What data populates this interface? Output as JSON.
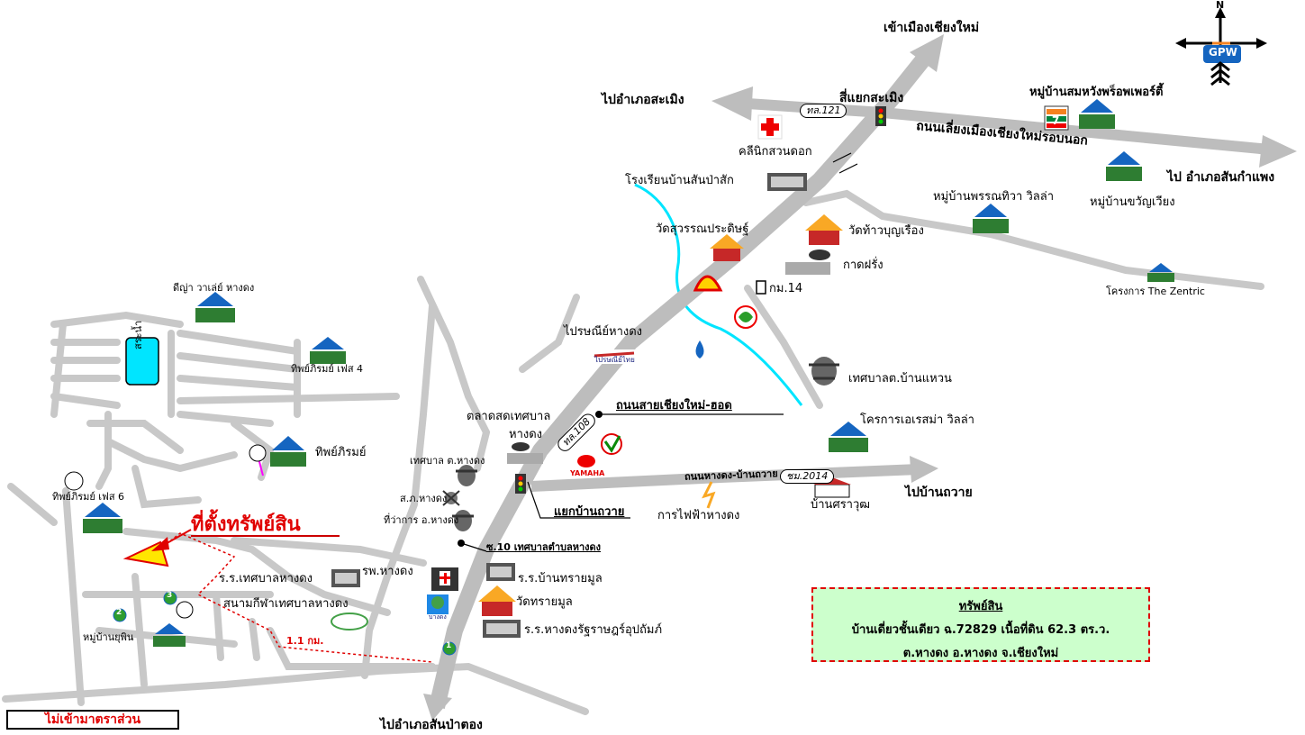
{
  "labels": {
    "to_chiangmai": "เข้าเมืองเชียงใหม่",
    "to_samoeng": "ไปอำเภอสะเมิง",
    "samoeng_junction": "สี่แยกสะเมิง",
    "ring_road": "ถนนเลี่ยงเมืองเชียงใหม่รอบนอก",
    "to_sankamphaeng": "ไป อำเภอสันกำแพง",
    "moo_somwang": "หมู่บ้านสมหวังพร็อพเพอร์ตี้",
    "clinic": "คลีนิกสวนดอก",
    "school_sanpasak": "โรงเรียนบ้านสันป่าสัก",
    "wat_suwan": "วัดสุวรรณประดิษฐ์",
    "wat_thao": "วัดท้าวบุญเรือง",
    "kad_farang": "กาดฝรั่ง",
    "km14": "กม.14",
    "moo_pannathiwa": "หมู่บ้านพรรณทิวา วิลล่า",
    "moo_khwanwiang": "หมู่บ้านขวัญเวียง",
    "zentric": "โครงการ The Zentric",
    "post_office": "ไปรษณีย์หางดง",
    "thesaban_banwaen": "เทศบาลต.บ้านแหวน",
    "road_hot": "ถนนสายเชียงใหม่-ฮอด",
    "market_1": "ตลาดสดเทศบาล",
    "market_2": "หางดง",
    "aremar": "โครการเอเรสม่า วิลล่า",
    "thesaban_hangdong": "เทศบาล ต.หางดง",
    "road_banthawai": "ถนนหางดง-บ้านถวาย",
    "to_banthawai": "ไปบ้านถวาย",
    "police": "ส.ภ.หางดง",
    "district_office": "ที่ว่าการ อ.หางดง",
    "junction_banthawai": "แยกบ้านถวาย",
    "electricity": "การไฟฟ้าหางดง",
    "ban_srawut": "บ้านศราวุฒ",
    "soi10": "ซ.10 เทศบาลตำบลหางดง",
    "hospital": "รพ.หางดง",
    "school_thesaban": "ร.ร.เทศบาลหางดง",
    "stadium": "สนามกีฬาเทศบาลหางดง",
    "school_bansai": "ร.ร.บ้านทรายมูล",
    "wat_saimun": "วัดทรายมูล",
    "school_hangdong_rat": "ร.ร.หางดงรัฐราษฎร์อุปถัมภ์",
    "moo_yuphin": "หมู่บ้านยุพิน",
    "distance": "1.1 กม.",
    "to_sanpatong": "ไปอำเภอสันป่าตอง",
    "dee_valley": "ดีญ่า วาเล่ย์ หางดง",
    "thip_4": "ทิพย์ภิรมย์ เฟส 4",
    "thip": "ทิพย์ภิรมย์",
    "thip_6": "ทิพย์ภิรมย์ เฟส 6",
    "pond": "สระน้ำ",
    "property_location": "ที่ตั้งทรัพย์สิน",
    "yamaha": "YAMAHA",
    "post_logo": "ไปรษณีย์ไทย",
    "stadium_logo": "บางดง",
    "north": "N",
    "compass_logo": "GPW",
    "seven_eleven": "7"
  },
  "road_tags": {
    "r121": "ทล.121",
    "r108": "ทล.108",
    "r2014": "ชม.2014"
  },
  "markers": [
    "1",
    "2",
    "3"
  ],
  "infobox": {
    "title": "ทรัพย์สิน",
    "line1": "บ้านเดี่ยวชั้นเดียว ฉ.72829 เนื้อที่ดิน 62.3 ตร.ว.",
    "line2": "ต.หางดง อ.หางดง จ.เชียงใหม่"
  },
  "warning": "ไม่เข้ามาตราส่วน",
  "colors": {
    "road": "#c0c0c0",
    "canal": "#00e5ff",
    "property": "#e00000",
    "box_bg": "#ccffcc"
  }
}
